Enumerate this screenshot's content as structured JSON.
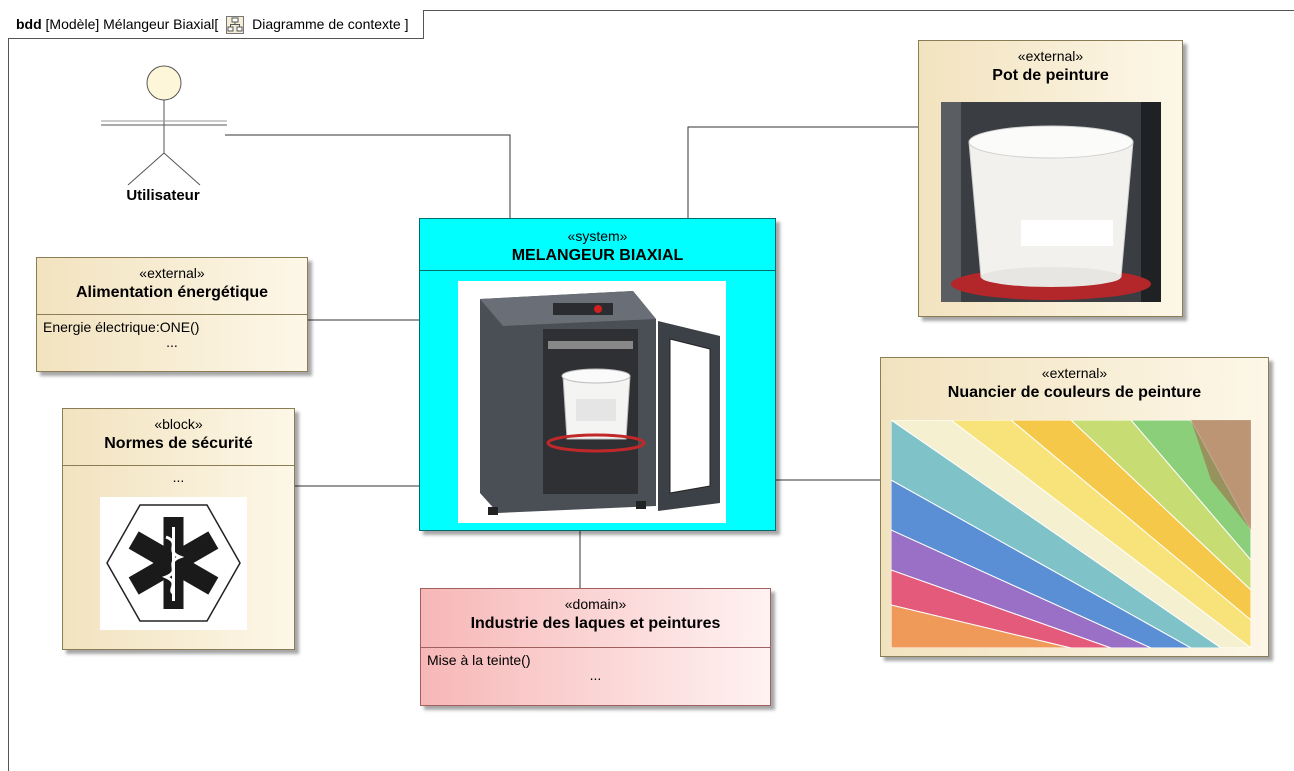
{
  "frame": {
    "kind": "bdd",
    "context": "[Modèle] Mélangeur Biaxial",
    "diagram_label": "Diagramme de contexte",
    "open_bracket": "[",
    "close_bracket": "]",
    "icon": "block-diagram-icon"
  },
  "actor": {
    "name": "Utilisateur",
    "icon": "stick-figure-actor"
  },
  "system": {
    "stereotype": "«system»",
    "name": "MELANGEUR BIAXIAL",
    "image": "paint-mixer-machine"
  },
  "blocks": {
    "alimentation": {
      "stereotype": "«external»",
      "name": "Alimentation énergétique",
      "operation": "Energie électrique:ONE()",
      "more": "..."
    },
    "normes": {
      "stereotype": "«block»",
      "name": "Normes de sécurité",
      "more": "...",
      "image": "medical-star-of-life-sign"
    },
    "pot": {
      "stereotype": "«external»",
      "name": "Pot de peinture",
      "image": "paint-bucket-photo"
    },
    "nuancier": {
      "stereotype": "«external»",
      "name": "Nuancier de couleurs de peinture",
      "image": "color-fan-deck-photo"
    },
    "industrie": {
      "stereotype": "«domain»",
      "name": "Industrie des laques et peintures",
      "operation": "Mise à la teinte()",
      "more": "..."
    }
  },
  "colors": {
    "system_fill": "#00ffff",
    "external_fill": "#f2e3bf",
    "domain_fill": "#f7b7b7",
    "connector": "#333333"
  }
}
